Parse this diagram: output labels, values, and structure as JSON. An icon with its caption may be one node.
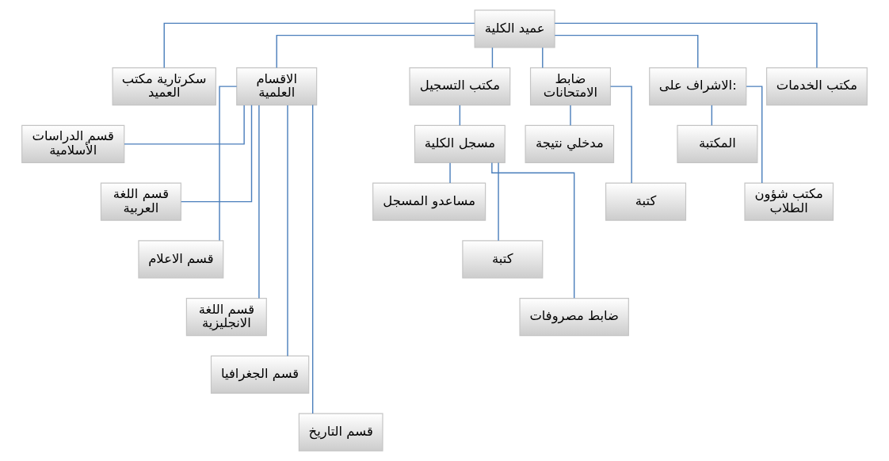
{
  "diagram": {
    "nodes": [
      {
        "text": [
          "عميد الكلية"
        ]
      },
      {
        "text": [
          "سكرتارية مكتب العميد"
        ]
      },
      {
        "text": [
          "الاقسام العلمية"
        ]
      },
      {
        "text": [
          "قسم الدراسات الأسلامية"
        ]
      },
      {
        "text": [
          "قسم اللغة العربية"
        ]
      },
      {
        "text": [
          "قسم الاعلام"
        ]
      },
      {
        "text": [
          "قسم اللغة الانجليزية"
        ]
      },
      {
        "text": [
          "قسم الجغرافيا"
        ]
      },
      {
        "text": [
          "قسم التاريخ"
        ]
      },
      {
        "text": [
          "مكتب التسجيل"
        ]
      },
      {
        "text": [
          "مسجل الكلية"
        ]
      },
      {
        "text": [
          "مساعدو المسجل"
        ]
      },
      {
        "text": [
          "كتبة"
        ]
      },
      {
        "text": [
          "ضابط مصروفات"
        ]
      },
      {
        "text": [
          "ضابط الامتحانات"
        ]
      },
      {
        "text": [
          "مدخلي نتيجة"
        ]
      },
      {
        "text": [
          "كتبة"
        ]
      },
      {
        "text": [
          "الاشراف على:"
        ]
      },
      {
        "text": [
          "المكتبة"
        ]
      },
      {
        "text": [
          "مكتب شؤون الطلاب"
        ]
      },
      {
        "text": [
          "مكتب الخدمات"
        ]
      }
    ],
    "edges": [
      {
        "from": 0,
        "to": 1,
        "arrow": "none"
      },
      {
        "from": 0,
        "to": 2,
        "arrow": "none"
      },
      {
        "from": 0,
        "to": 9,
        "arrow": "none"
      },
      {
        "from": 0,
        "to": 14,
        "arrow": "none"
      },
      {
        "from": 0,
        "to": 17,
        "arrow": "none"
      },
      {
        "from": 0,
        "to": 20,
        "arrow": "none"
      },
      {
        "from": 2,
        "to": 3,
        "arrow": "none"
      },
      {
        "from": 2,
        "to": 4,
        "arrow": "none"
      },
      {
        "from": 2,
        "to": 5,
        "arrow": "none"
      },
      {
        "from": 2,
        "to": 6,
        "arrow": "none"
      },
      {
        "from": 2,
        "to": 7,
        "arrow": "none"
      },
      {
        "from": 2,
        "to": 8,
        "arrow": "none"
      },
      {
        "from": 9,
        "to": 10,
        "arrow": "none"
      },
      {
        "from": 10,
        "to": 11,
        "arrow": "none"
      },
      {
        "from": 10,
        "to": 12,
        "arrow": "none"
      },
      {
        "from": 10,
        "to": 13,
        "arrow": "none"
      },
      {
        "from": 14,
        "to": 15,
        "arrow": "none"
      },
      {
        "from": 14,
        "to": 16,
        "arrow": "none"
      },
      {
        "from": 17,
        "to": 18,
        "arrow": "none"
      },
      {
        "from": 17,
        "to": 19,
        "arrow": "none"
      }
    ]
  }
}
